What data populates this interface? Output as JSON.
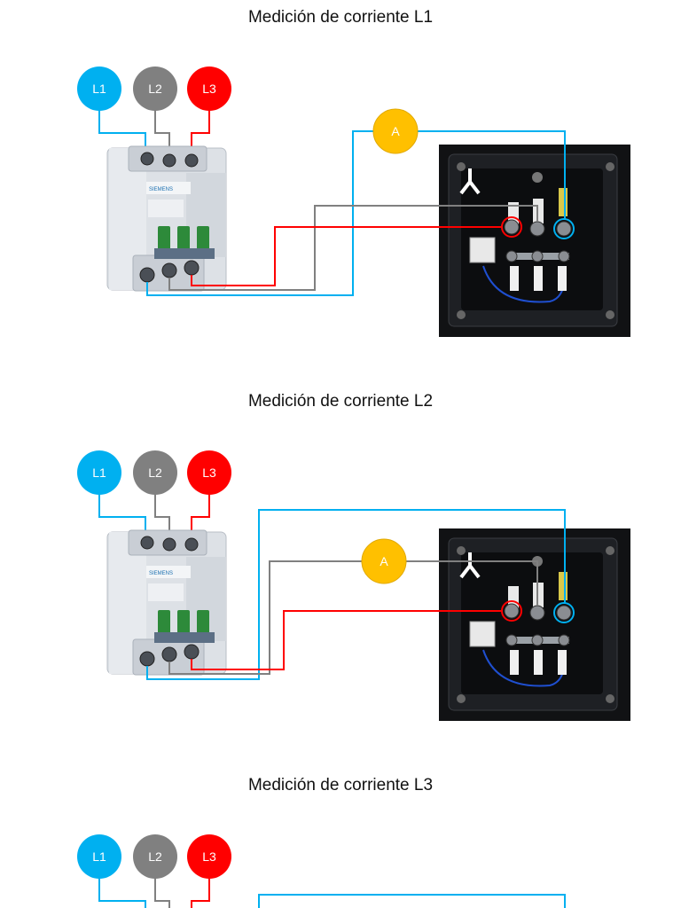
{
  "sections": [
    {
      "title": "Medición de corriente L1",
      "measured": "L1"
    },
    {
      "title": "Medición de corriente L2",
      "measured": "L2"
    },
    {
      "title": "Medición de corriente L3",
      "measured": "L3"
    }
  ],
  "phases": [
    {
      "label": "L1",
      "color": "#00b0f0"
    },
    {
      "label": "L2",
      "color": "#808080"
    },
    {
      "label": "L3",
      "color": "#ff0000"
    }
  ],
  "ammeter": {
    "label": "A",
    "color": "#ffc000"
  }
}
